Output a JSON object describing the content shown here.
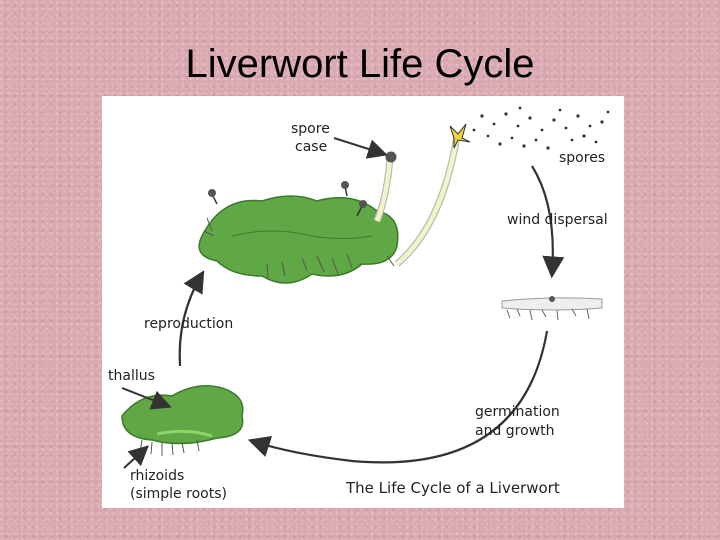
{
  "slide": {
    "title": "Liverwort Life Cycle"
  },
  "diagram": {
    "labels": {
      "spore_case_1": "spore",
      "spore_case_2": "case",
      "spores": "spores",
      "wind_dispersal": "wind dispersal",
      "reproduction": "reproduction",
      "thallus": "thallus",
      "germination_1": "germination",
      "germination_2": "and growth",
      "rhizoids_1": "rhizoids",
      "rhizoids_2": "(simple roots)"
    },
    "caption": "The Life Cycle of a Liverwort",
    "colors": {
      "plant_green": "#5fa845",
      "plant_dark": "#3d7a2c",
      "stalk": "#f3f3c8",
      "capsule_yellow": "#f2d53a"
    }
  }
}
